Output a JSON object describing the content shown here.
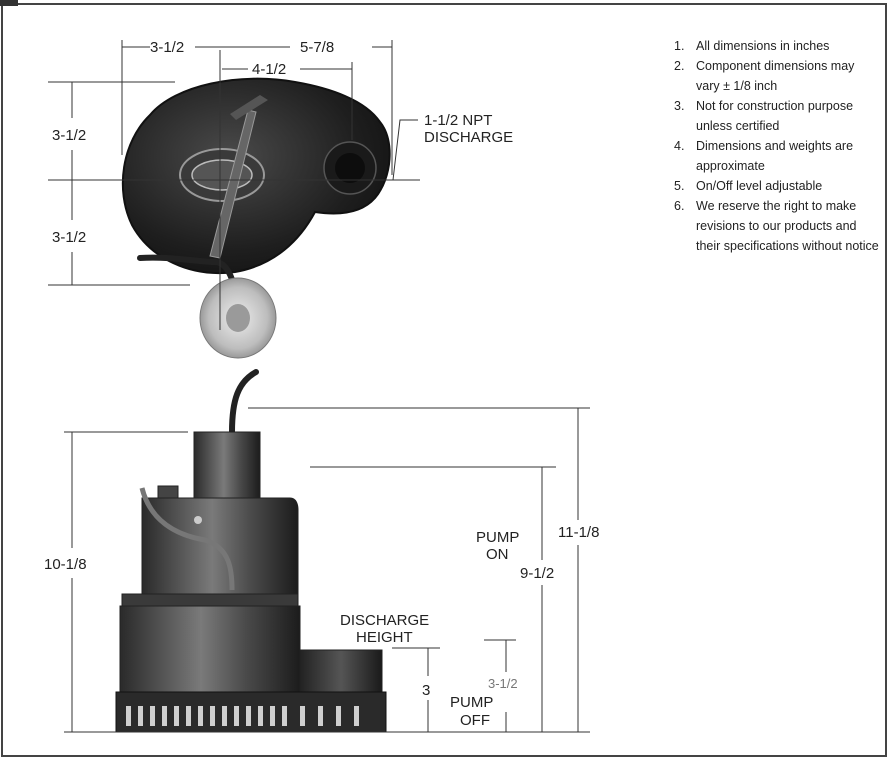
{
  "notes": [
    {
      "num": "1.",
      "text": "All dimensions in inches"
    },
    {
      "num": "2.",
      "text": "Component dimensions may vary ± 1/8 inch"
    },
    {
      "num": "3.",
      "text": "Not for construction purpose unless certified"
    },
    {
      "num": "4.",
      "text": "Dimensions and weights are approximate"
    },
    {
      "num": "5.",
      "text": "On/Off level adjustable"
    },
    {
      "num": "6.",
      "text": "We reserve the right to make revisions to our products and their specifications without notice"
    }
  ],
  "top_view": {
    "width_left": "3-1/2",
    "width_right": "5-7/8",
    "width_mid": "4-1/2",
    "height_upper": "3-1/2",
    "height_lower": "3-1/2",
    "discharge_label_1": "1-1/2 NPT",
    "discharge_label_2": "DISCHARGE"
  },
  "side_view": {
    "overall_height": "10-1/8",
    "total_height": "11-1/8",
    "pump_on_1": "PUMP",
    "pump_on_2": "ON",
    "pump_on_value": "9-1/2",
    "discharge_height_1": "DISCHARGE",
    "discharge_height_2": "HEIGHT",
    "discharge_value": "3",
    "pump_off_value": "3-1/2",
    "pump_off_1": "PUMP",
    "pump_off_2": "OFF"
  }
}
